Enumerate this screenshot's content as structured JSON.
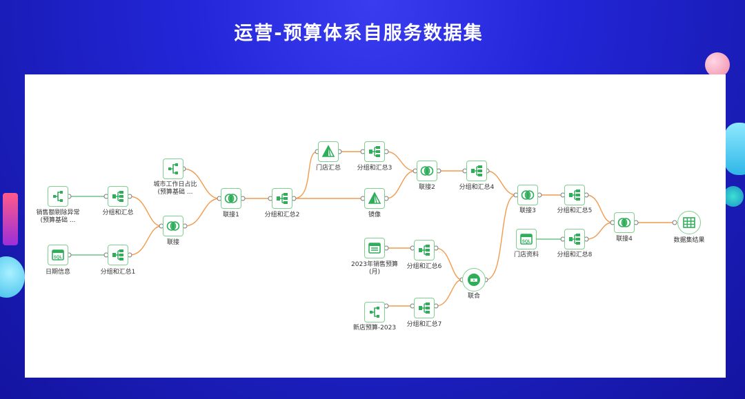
{
  "title": "运营-预算体系自服务数据集",
  "colors": {
    "background": "#1f22c8",
    "canvas": "#ffffff",
    "node_icon": "#2fae5a",
    "node_border": "#7fcf8f",
    "edge": "#f39a4c",
    "edge_green": "#6cc487"
  },
  "nodes": {
    "n_sales_exc": {
      "label": "销售额剔除异常(预算基础 ...",
      "icon": "branch-icon"
    },
    "n_date_info": {
      "label": "日期信息",
      "icon": "sql-table-icon"
    },
    "n_group": {
      "label": "分组和汇总",
      "icon": "group-summary-icon"
    },
    "n_group1": {
      "label": "分组和汇总1",
      "icon": "group-summary-icon"
    },
    "n_city_work": {
      "label": "城市工作日占比(预算基础 ...",
      "icon": "branch-icon"
    },
    "n_join": {
      "label": "联接",
      "icon": "join-icon"
    },
    "n_join1": {
      "label": "联接1",
      "icon": "join-icon"
    },
    "n_group2": {
      "label": "分组和汇总2",
      "icon": "group-summary-icon"
    },
    "n_store_sum": {
      "label": "门店汇总",
      "icon": "pyramid-icon"
    },
    "n_group3": {
      "label": "分组和汇总3",
      "icon": "group-summary-icon"
    },
    "n_mirror": {
      "label": "镜像",
      "icon": "pyramid-icon"
    },
    "n_join2": {
      "label": "联接2",
      "icon": "join-icon"
    },
    "n_group4": {
      "label": "分组和汇总4",
      "icon": "group-summary-icon"
    },
    "n_budget2023": {
      "label": "2023年销售预算(月)",
      "icon": "table-icon"
    },
    "n_group6": {
      "label": "分组和汇总6",
      "icon": "group-summary-icon"
    },
    "n_newstore": {
      "label": "新店预算-2023",
      "icon": "branch-icon"
    },
    "n_group7": {
      "label": "分组和汇总7",
      "icon": "group-summary-icon"
    },
    "n_union": {
      "label": "联合",
      "icon": "union-icon"
    },
    "n_join3": {
      "label": "联接3",
      "icon": "join-icon"
    },
    "n_group5": {
      "label": "分组和汇总5",
      "icon": "group-summary-icon"
    },
    "n_store_info": {
      "label": "门店资料",
      "icon": "sql-table-icon"
    },
    "n_group8": {
      "label": "分组和汇总8",
      "icon": "group-summary-icon"
    },
    "n_join4": {
      "label": "联接4",
      "icon": "join-icon"
    },
    "n_result": {
      "label": "数据集结果",
      "icon": "grid-table-icon"
    }
  }
}
